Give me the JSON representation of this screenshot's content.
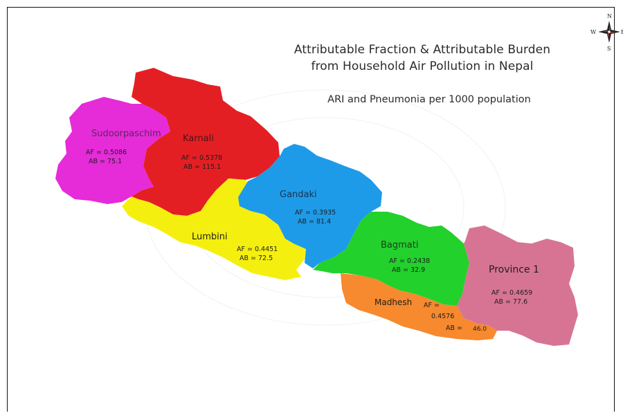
{
  "map": {
    "title_line1": "Attributable Fraction & Attributable Burden",
    "title_line2": "from Household Air Pollution in Nepal",
    "subtitle": "ARI and Pneumonia per 1000 population",
    "compass": {
      "n": "N",
      "s": "S",
      "e": "E",
      "w": "W"
    },
    "colors": {
      "sudoorpaschim": "#e62bd9",
      "karnali": "#e41f24",
      "lumbini": "#f4ef0f",
      "gandaki": "#1e9be8",
      "bagmati": "#22d12c",
      "madhesh": "#f7892e",
      "province1": "#d77494"
    },
    "regions": {
      "sudoorpaschim": {
        "name": "Sudoorpaschim",
        "af": "AF = 0.5086",
        "ab": "AB = 75.1"
      },
      "karnali": {
        "name": "Karnali",
        "af": "AF = 0.5378",
        "ab": "AB = 115.1"
      },
      "lumbini": {
        "name": "Lumbini",
        "af": "AF = 0.4451",
        "ab": "AB = 72.5"
      },
      "gandaki": {
        "name": "Gandaki",
        "af": "AF = 0.3935",
        "ab": "AB = 81.4"
      },
      "bagmati": {
        "name": "Bagmati",
        "af": "AF = 0.2438",
        "ab": "AB = 32.9"
      },
      "madhesh": {
        "name": "Madhesh",
        "af_label": "AF =",
        "af_value": "0.4576",
        "ab_label": "AB =",
        "ab_value": "46.0"
      },
      "province1": {
        "name": "Province 1",
        "af": "AF = 0.4659",
        "ab": "AB = 77.6"
      }
    }
  }
}
